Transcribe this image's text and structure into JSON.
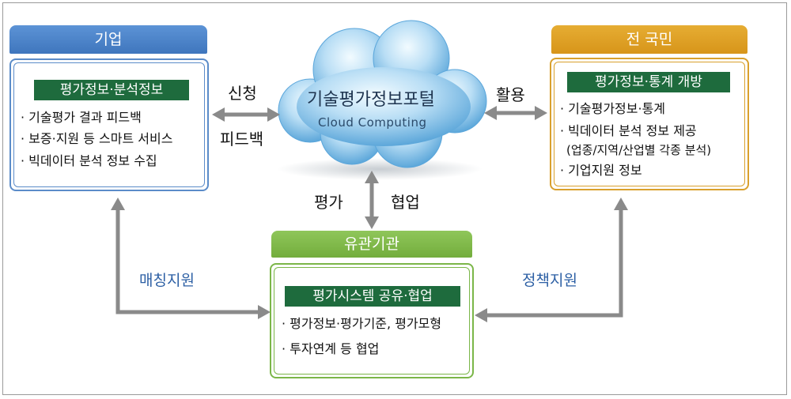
{
  "cloud": {
    "title": "기술평가정보포털",
    "subtitle": "Cloud Computing"
  },
  "corporation": {
    "tab": "기업",
    "heading": "평가정보·분석정보",
    "items": [
      "· 기술평가 결과 피드백",
      "· 보증·지원 등 스마트 서비스",
      "· 빅데이터 분석 정보 수집"
    ]
  },
  "nation": {
    "tab": "전 국민",
    "heading": "평가정보·통계 개방",
    "items": [
      "· 기술평가정보·통계",
      "· 빅데이터 분석 정보 제공",
      "(업종/지역/산업별 각종 분석)",
      "· 기업지원 정보"
    ]
  },
  "organization": {
    "tab": "유관기관",
    "heading": "평가시스템 공유·협업",
    "items": [
      "· 평가정보·평가기준, 평가모형",
      "· 투자연계 등 협업"
    ]
  },
  "links": {
    "apply": "신청",
    "feedback": "피드백",
    "utilize": "활용",
    "evaluate": "평가",
    "cooperate": "협업",
    "matching": "매칭지원",
    "policy": "정책지원"
  },
  "colors": {
    "corp_blue": "#4a86cf",
    "nation_gold": "#dea126",
    "org_green": "#7bb648",
    "heading_green": "#1e6b3d",
    "arrow_gray": "#8a8a8a"
  }
}
